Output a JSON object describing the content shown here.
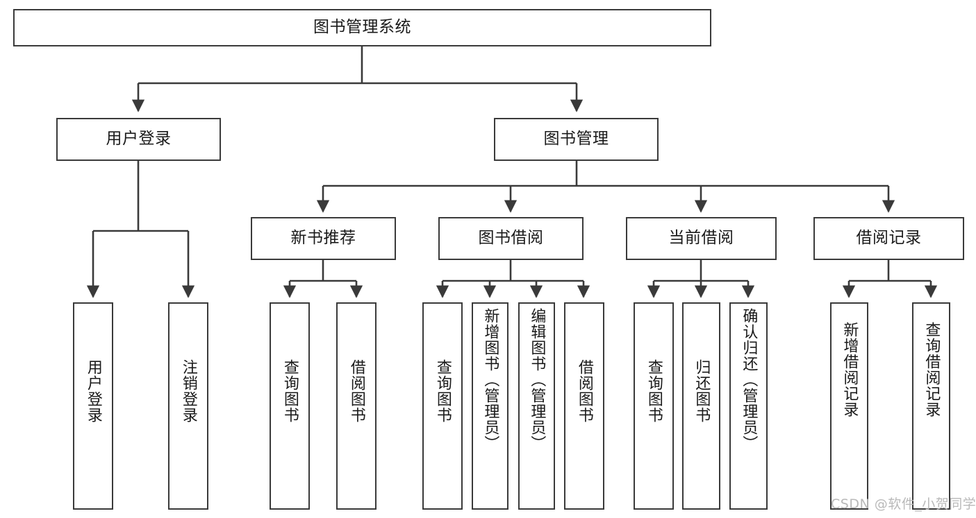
{
  "diagram": {
    "type": "tree",
    "title": "图书管理系统",
    "root": {
      "label": "图书管理系统"
    },
    "level1": [
      {
        "label": "用户登录"
      },
      {
        "label": "图书管理"
      }
    ],
    "level2": [
      {
        "label": "新书推荐"
      },
      {
        "label": "图书借阅"
      },
      {
        "label": "当前借阅"
      },
      {
        "label": "借阅记录"
      }
    ],
    "leaves": {
      "user_login": [
        {
          "label": "用户登录"
        },
        {
          "label": "注销登录"
        }
      ],
      "new_book_recommend": [
        {
          "label": "查询图书"
        },
        {
          "label": "借阅图书"
        }
      ],
      "book_borrow": [
        {
          "label": "查询图书"
        },
        {
          "label": "新增图书（管理员）"
        },
        {
          "label": "编辑图书（管理员）"
        },
        {
          "label": "借阅图书"
        }
      ],
      "current_borrow": [
        {
          "label": "查询图书"
        },
        {
          "label": "归还图书"
        },
        {
          "label": "确认归还（管理员）"
        }
      ],
      "borrow_record": [
        {
          "label": "新增借阅记录"
        },
        {
          "label": "查询借阅记录"
        }
      ]
    }
  },
  "watermark": {
    "text": "CSDN @软件_小贺同学"
  },
  "colors": {
    "box_border": "#3a3a3a",
    "wire": "#3a3a3a",
    "background": "#ffffff",
    "watermark": "#b9b9b9"
  }
}
